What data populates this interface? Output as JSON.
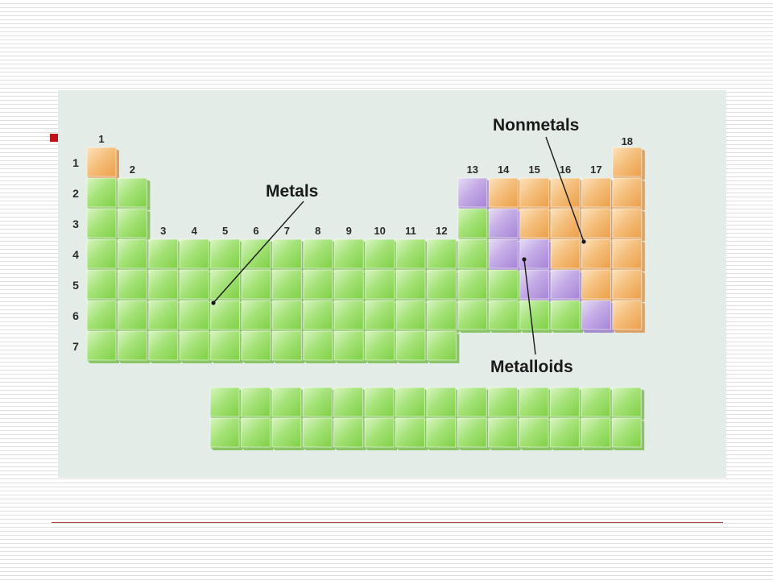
{
  "slide": {
    "bullet_color": "#c0101a",
    "rule_color": "#b04040"
  },
  "periodic_table": {
    "group_numbers": [
      "1",
      "2",
      "3",
      "4",
      "5",
      "6",
      "7",
      "8",
      "9",
      "10",
      "11",
      "12",
      "13",
      "14",
      "15",
      "16",
      "17",
      "18"
    ],
    "period_numbers": [
      "1",
      "2",
      "3",
      "4",
      "5",
      "6",
      "7"
    ],
    "categories": {
      "metals": {
        "label": "Metals",
        "color": "#8fdc5a"
      },
      "nonmetals": {
        "label": "Nonmetals",
        "color": "#f2b25e"
      },
      "metalloids": {
        "label": "Metalloids",
        "color": "#b79ade"
      }
    },
    "lanthanide_actinide_rows": 2,
    "f_block_columns": 14
  }
}
